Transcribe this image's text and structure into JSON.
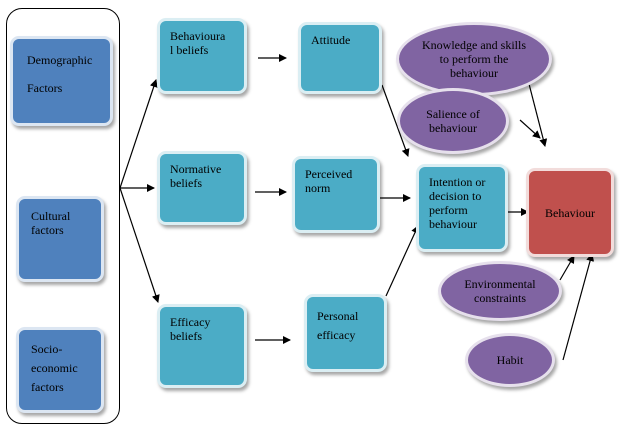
{
  "diagram": {
    "colors": {
      "factor_box": "#4f81bd",
      "belief_box": "#4bacc6",
      "outcome_box": "#c0504d",
      "moderator_ellipse": "#8064a2",
      "arrow": "#000000"
    },
    "factors": {
      "demographic_1": "Demographic",
      "demographic_2": "Factors",
      "cultural": "Cultural factors",
      "socio_economic": "Socio-economic factors"
    },
    "beliefs": {
      "behavioural_1": "Behavioura",
      "behavioural_2": "l beliefs",
      "normative": "Normative beliefs",
      "efficacy": "Efficacy beliefs"
    },
    "mediators": {
      "attitude": "Attitude",
      "perceived_norm": "Perceived norm",
      "personal_efficacy": "Personal efficacy"
    },
    "intention": "Intention or decision to perform behaviour",
    "behaviour": "Behaviour",
    "moderators": {
      "knowledge": "Knowledge and skills to perform the behaviour",
      "salience": "Salience of behaviour",
      "environmental": "Environmental constraints",
      "habit": "Habit"
    }
  }
}
